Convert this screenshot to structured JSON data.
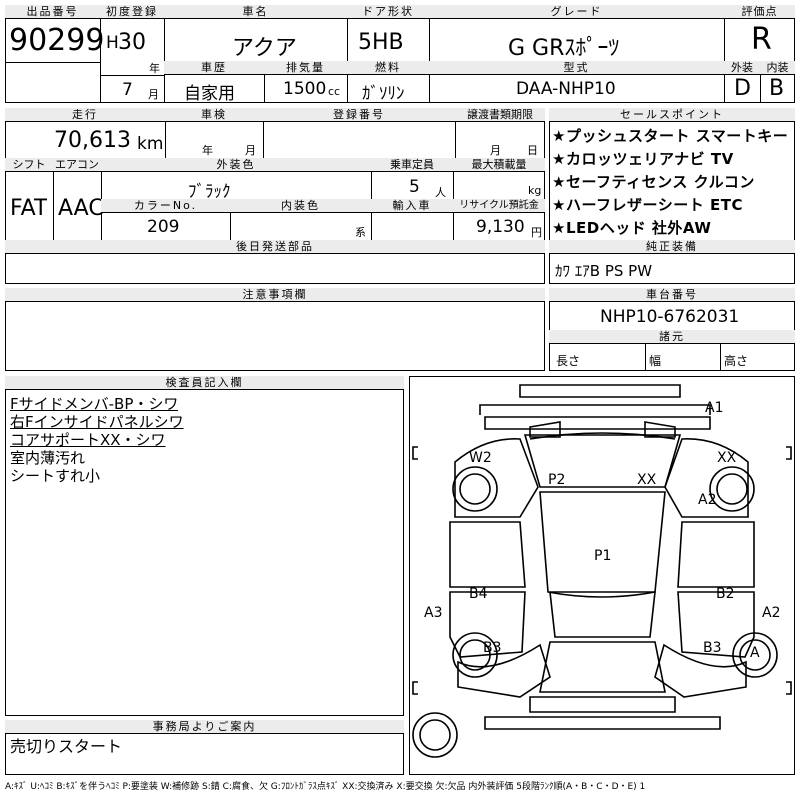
{
  "header": {
    "lot_label": "出品番号",
    "lot": "90299",
    "first_reg_label": "初度登録",
    "era": "H",
    "year": "30",
    "year_unit": "年",
    "month": "7",
    "month_unit": "月",
    "name_label": "車名",
    "name": "アクア",
    "door_label": "ドア形状",
    "door": "5HB",
    "grade_label": "グレード",
    "grade": "G GRｽﾎﾟｰﾂ",
    "eval_label": "評価点",
    "eval": "R",
    "history_label": "車歴",
    "history": "自家用",
    "displacement_label": "排気量",
    "displacement": "1500",
    "displacement_unit": "cc",
    "fuel_label": "燃料",
    "fuel": "ｶﾞｿﾘﾝ",
    "model_label": "型式",
    "model": "DAA-NHP10",
    "ext_label": "外装",
    "ext": "D",
    "int_label": "内装",
    "int": "B"
  },
  "row2": {
    "mileage_label": "走行",
    "mileage": "70,613",
    "mileage_unit": "km",
    "inspection_label": "車検",
    "insp_year_unit": "年",
    "insp_month_unit": "月",
    "plate_label": "登録番号",
    "transfer_label": "譲渡書類期限",
    "transfer_month_unit": "月",
    "transfer_day_unit": "日",
    "shift_label": "シフト",
    "shift": "FAT",
    "ac_label": "エアコン",
    "ac": "AAC",
    "color_label": "外装色",
    "color": "ﾌﾞﾗｯｸ",
    "capacity_label": "乗車定員",
    "capacity": "5",
    "capacity_unit": "人",
    "load_label": "最大積載量",
    "load_unit": "kg",
    "color_no_label": "カラーNo.",
    "color_no": "209",
    "int_color_label": "内装色",
    "int_color_unit": "系",
    "import_label": "輸入車",
    "recycle_label": "リサイクル預託金",
    "recycle": "9,130",
    "recycle_unit": "円"
  },
  "sales": {
    "label": "セールスポイント",
    "lines": [
      "★プッシュスタート スマートキー",
      "★カロッツェリアナビ TV",
      "★セーフティセンス クルコン",
      "★ハーフレザーシート ETC",
      "★LEDヘッド 社外AW"
    ]
  },
  "later_parts_label": "後日発送部品",
  "equipment": {
    "label": "純正装備",
    "value": "ｶﾜ ｴｱB PS PW"
  },
  "notes_label": "注意事項欄",
  "chassis": {
    "label": "車台番号",
    "value": "NHP10-6762031"
  },
  "specs": {
    "label": "諸元",
    "length": "長さ",
    "width": "幅",
    "height": "高さ"
  },
  "inspector": {
    "label": "検査員記入欄",
    "lines": [
      "Fサイドメンバ-BP・シワ",
      "右Fインサイドパネルシワ",
      "コアサポートXX・シワ",
      "室内薄汚れ",
      "シートすれ小"
    ]
  },
  "office": {
    "label": "事務局よりご案内",
    "value": "売切りスタート"
  },
  "diagram_marks": [
    "A1",
    "W2",
    "XX",
    "P2",
    "XX",
    "A2",
    "P1",
    "B4",
    "B2",
    "A3",
    "A2",
    "B3",
    "B3",
    "A"
  ],
  "footer": "A:ｷｽﾞ U:ﾍｺﾐ B:ｷｽﾞを伴うﾍｺﾐ P:要塗装 W:補修跡 S:錆 C:腐食、欠 G:ﾌﾛﾝﾄｶﾞﾗｽ点ｷｽﾞ XX:交換済み X:要交換 欠:欠品 内外装評価 5段階ﾗﾝｸ順(A・B・C・D・E) 1"
}
